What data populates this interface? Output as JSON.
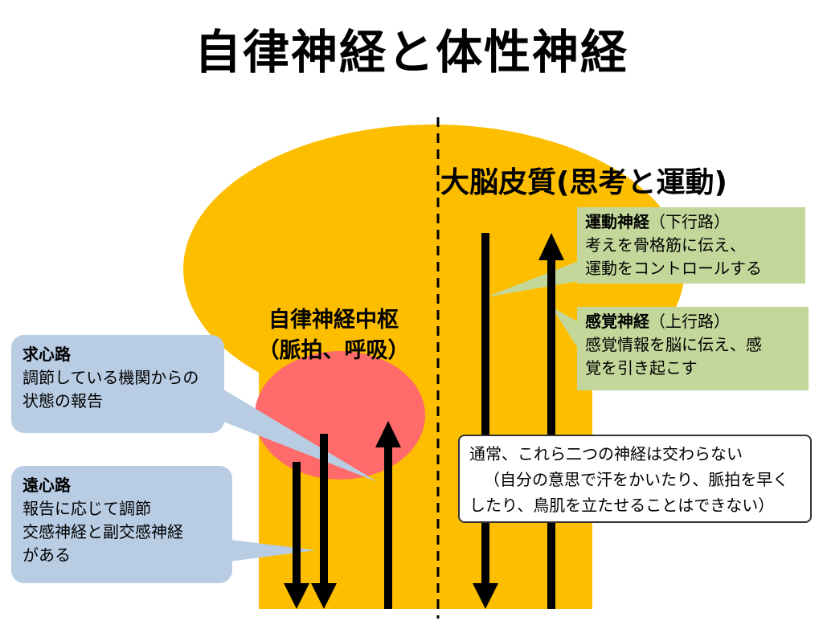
{
  "title": "自律神経と体性神経",
  "cortex_label": "大脳皮質(思考と運動)",
  "center_label": {
    "line1": "自律神経中枢",
    "line2": "（脈拍、呼吸）"
  },
  "motor_nerve": {
    "head": "運動神経",
    "head_suffix": "（下行路）",
    "line1": "考えを骨格筋に伝え、",
    "line2": "運動をコントロールする"
  },
  "sensory_nerve": {
    "head": "感覚神経",
    "head_suffix": "（上行路）",
    "line1": "感覚情報を脳に伝え、感",
    "line2": "覚を引き起こす"
  },
  "afferent": {
    "head": "求心路",
    "line1": "調節している機関からの",
    "line2": "状態の報告"
  },
  "efferent": {
    "head": "遠心路",
    "line1": "報告に応じて調節",
    "line2": "交感神経と副交感神経",
    "line3": "がある"
  },
  "note": {
    "line1": "通常、これら二つの神経は交わらない",
    "line2": "（自分の意思で汗をかいたり、脈拍を早く",
    "line3": "したり、鳥肌を立たせることはできない）"
  },
  "colors": {
    "brain": "#fdbe00",
    "center": "#ff6b6b",
    "green_box": "#c4d79b",
    "blue_box": "#b8cce4",
    "arrow": "#000000"
  }
}
